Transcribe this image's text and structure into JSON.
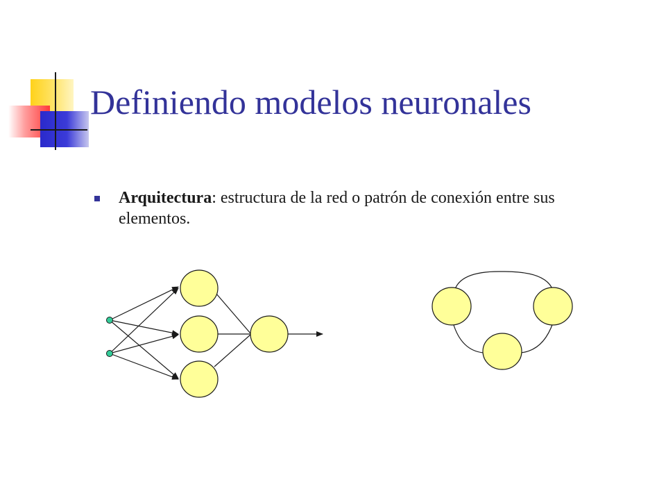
{
  "slide": {
    "title": "Definiendo modelos neuronales",
    "bullet": {
      "term": "Arquitectura",
      "text": ": estructura de la red o patrón de conexión entre sus elementos."
    }
  },
  "colors": {
    "title": "#333399",
    "bullet": "#333399",
    "neuron_fill": "#ffff99",
    "input_node_fill": "#33cc99",
    "stroke": "#1a1a1a"
  }
}
